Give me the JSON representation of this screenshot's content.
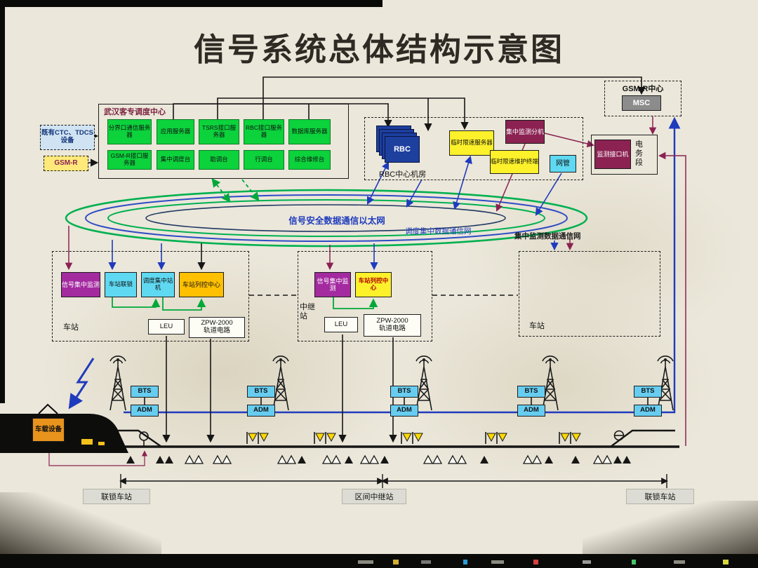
{
  "title": "信号系统总体结构示意图",
  "colors": {
    "server_green": "#0cd23c",
    "warn_yellow": "#fdf12b",
    "device_cyan": "#5fd9f2",
    "monitor_purple": "#a42aa0",
    "monitor_maroon": "#8b2252",
    "rbc_blue": "#1d3f9e",
    "tcc_orange": "#ffc000",
    "net_blue": "#1f3bbd",
    "net_green": "#00b050"
  },
  "dispatch": {
    "label": "武汉客专调度中心",
    "row1": [
      "分界口通信服务器",
      "应用服务器",
      "TSRS接口服务器",
      "RBC接口服务器",
      "数据库服务器"
    ],
    "row2": [
      "GSM-R接口服务器",
      "集中调度台",
      "助调台",
      "行调台",
      "综合维修台"
    ]
  },
  "left": {
    "ctc": "既有CTC、TDCS设备",
    "gsmr": "GSM-R"
  },
  "rbc_room": {
    "label": "RBC中心机房",
    "rbc": "RBC",
    "tsr_server": "临时限速服务器",
    "tsr_terminal": "临时限速维护终端",
    "monitor_unit": "集中监测分机",
    "net_mgmt": "网管"
  },
  "gsmr_center": {
    "label": "GSM-R中心",
    "msc": "MSC"
  },
  "signal_depot": {
    "label": "电务段",
    "monitor_interface": "监测接口机"
  },
  "networks": {
    "safety_ethernet": "信号安全数据通信以太网",
    "ctc_network": "调度集中数据通信网",
    "monitor_network": "集中监测数据通信网"
  },
  "station_left": {
    "label": "车站",
    "monitor": "信号集中监测",
    "interlock": "车站联锁",
    "ctc_machine": "调度集中站机",
    "tcc": "车站列控中心",
    "leu": "LEU",
    "zpw": "ZPW-2000\n轨道电路"
  },
  "relay_station": {
    "label": "中继站",
    "monitor": "信号集中监测",
    "tcc": "车站列控中心",
    "leu": "LEU",
    "zpw": "ZPW-2000\n轨道电路"
  },
  "station_right": {
    "label": "车站"
  },
  "radio": {
    "bts": "BTS",
    "adm": "ADM"
  },
  "train": {
    "onboard": "车载设备"
  },
  "bottom": {
    "left": "联锁车站",
    "middle": "区间中继站",
    "right": "联锁车站"
  }
}
